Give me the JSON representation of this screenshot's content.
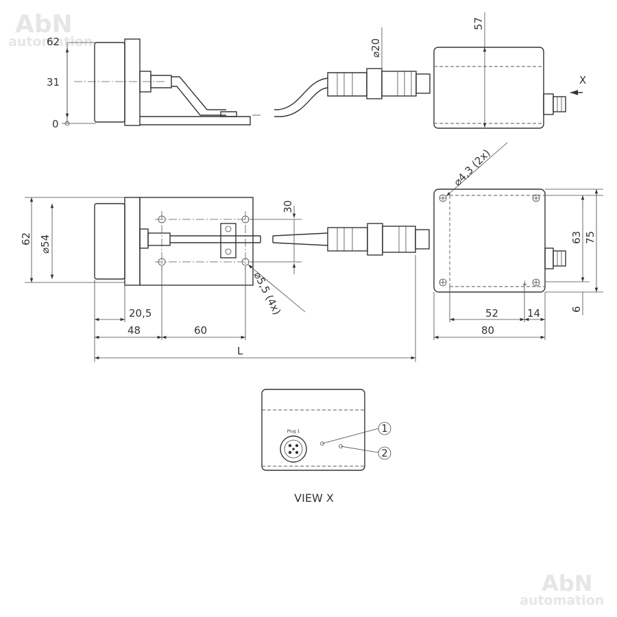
{
  "watermark": {
    "brand": "AbN",
    "sub": "automation"
  },
  "side_view": {
    "dim_top": "62",
    "dim_mid": "31",
    "dim_zero": "0",
    "dim_connector": "⌀20",
    "dim_box_height": "57",
    "view_arrow_label": "X"
  },
  "top_view": {
    "dim_height": "62",
    "dim_diameter": "⌀54",
    "dim_30": "30",
    "dim_hole": "⌀5,5 (4x)",
    "dim_205": "20,5",
    "dim_48": "48",
    "dim_60": "60",
    "dim_L": "L",
    "dim_box_hole": "⌀4,3 (2x)",
    "dim_63": "63",
    "dim_75": "75",
    "dim_52": "52",
    "dim_14": "14",
    "dim_6": "6",
    "dim_80": "80"
  },
  "view_x": {
    "title": "VIEW X",
    "callout_1": "1",
    "callout_2": "2",
    "plug_label": "Plug 1"
  },
  "colors": {
    "line": "#333333",
    "watermark": "#e6e6e6"
  }
}
